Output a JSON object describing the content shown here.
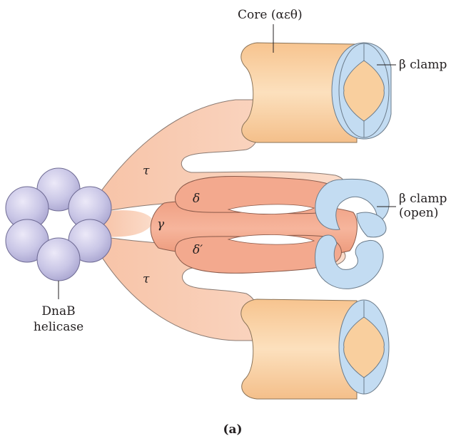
{
  "labels": {
    "core": "Core (αεθ)",
    "beta_clamp": "β clamp",
    "beta_clamp_open_line1": "β clamp",
    "beta_clamp_open_line2": "(open)",
    "dnab_line1": "DnaB",
    "dnab_line2": "helicase",
    "tau_top": "τ",
    "tau_bottom": "τ",
    "gamma": "γ",
    "delta": "δ",
    "delta_prime": "δ′",
    "caption": "(a)"
  },
  "colors": {
    "helicase": "#c9c6e6",
    "helicase_outline": "#6e6a93",
    "tau": "#f9d2bd",
    "clamp_loader": "#f1a58a",
    "core": "#f9cf9e",
    "clamp": "#c3dcf2",
    "outline": "#6b6b6b"
  }
}
